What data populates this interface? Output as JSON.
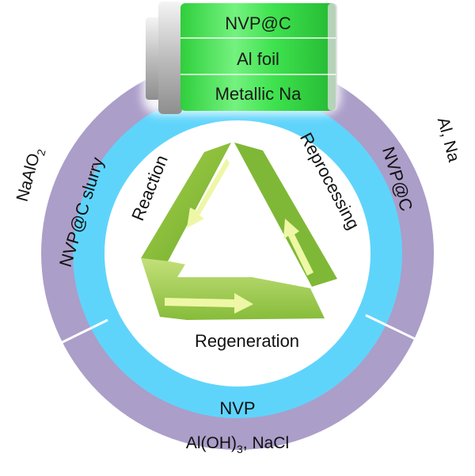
{
  "battery": {
    "layer_top": "NVP@C",
    "layer_middle": "Al foil",
    "layer_bottom": "Metallic Na"
  },
  "inner_ring": {
    "left": "NVP@C slurry",
    "right": "NVP@C",
    "bottom": "NVP"
  },
  "outer_ring": {
    "left_main": "NaAlO",
    "left_sub": "2",
    "right": "Al, Na",
    "bottom_a": "Al(OH)",
    "bottom_sub": "3",
    "bottom_b": ", NaCl"
  },
  "cycle": {
    "left": "Reaction",
    "right": "Reprocessing",
    "bottom": "Regeneration"
  },
  "colors": {
    "outer_ring": "#ab9ec9",
    "inner_ring": "#5fd4fb",
    "battery_green": "#3ee24e",
    "triangle_green": "#8cc63f",
    "arrow": "#eef7a6"
  }
}
